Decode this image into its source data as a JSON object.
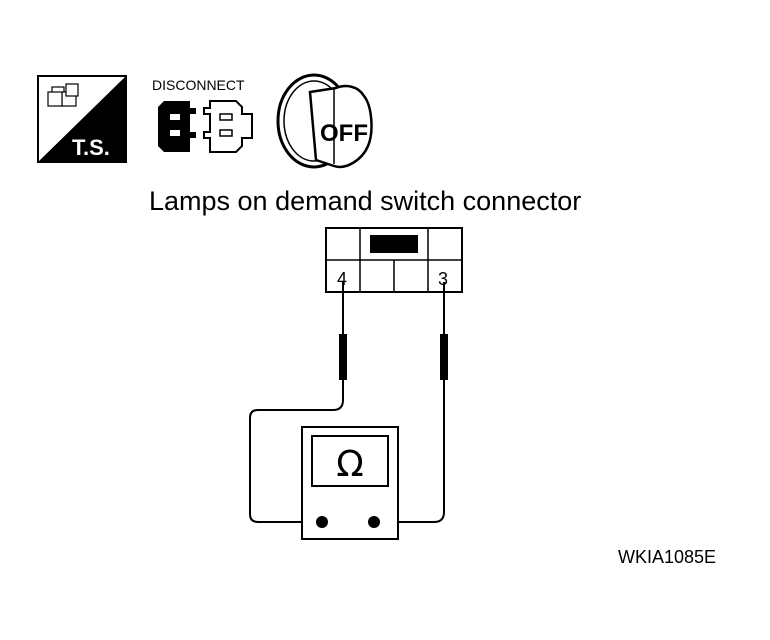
{
  "icons": {
    "ts_label": "T.S.",
    "disconnect_label": "DISCONNECT",
    "ignition_label": "OFF"
  },
  "diagram": {
    "title": "Lamps on demand switch connector",
    "pin_left": "4",
    "pin_right": "3",
    "meter_symbol": "Ω"
  },
  "figure_code": "WKIA1085E"
}
